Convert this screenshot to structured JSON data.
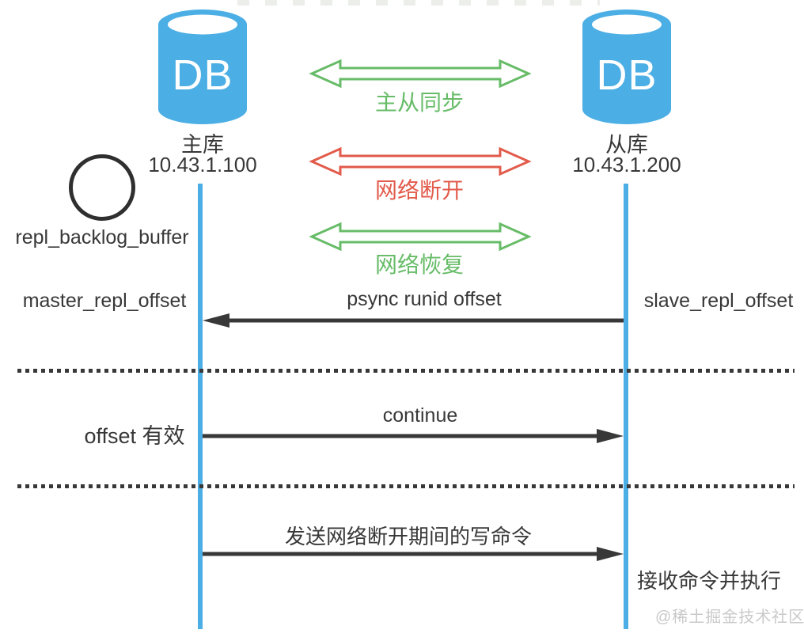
{
  "colors": {
    "blue": "#4BAEE4",
    "green": "#67BC68",
    "red": "#E25B4B",
    "dark": "#383838",
    "watermark": "#C9C9C9"
  },
  "master": {
    "db_label": "DB",
    "name": "主库",
    "ip": "10.43.1.100"
  },
  "slave": {
    "db_label": "DB",
    "name": "从库",
    "ip": "10.43.1.200"
  },
  "sync_arrows": [
    {
      "label": "主从同步",
      "color": "green"
    },
    {
      "label": "网络断开",
      "color": "red"
    },
    {
      "label": "网络恢复",
      "color": "green"
    }
  ],
  "annotations": {
    "buffer": "repl_backlog_buffer",
    "master_offset": "master_repl_offset",
    "slave_offset": "slave_repl_offset",
    "offset_valid": "offset 有效",
    "receive": "接收命令并执行"
  },
  "messages": {
    "psync": "psync runid offset",
    "continue": "continue",
    "send_writes": "发送网络断开期间的写命令"
  },
  "watermark": "@稀土掘金技术社区"
}
